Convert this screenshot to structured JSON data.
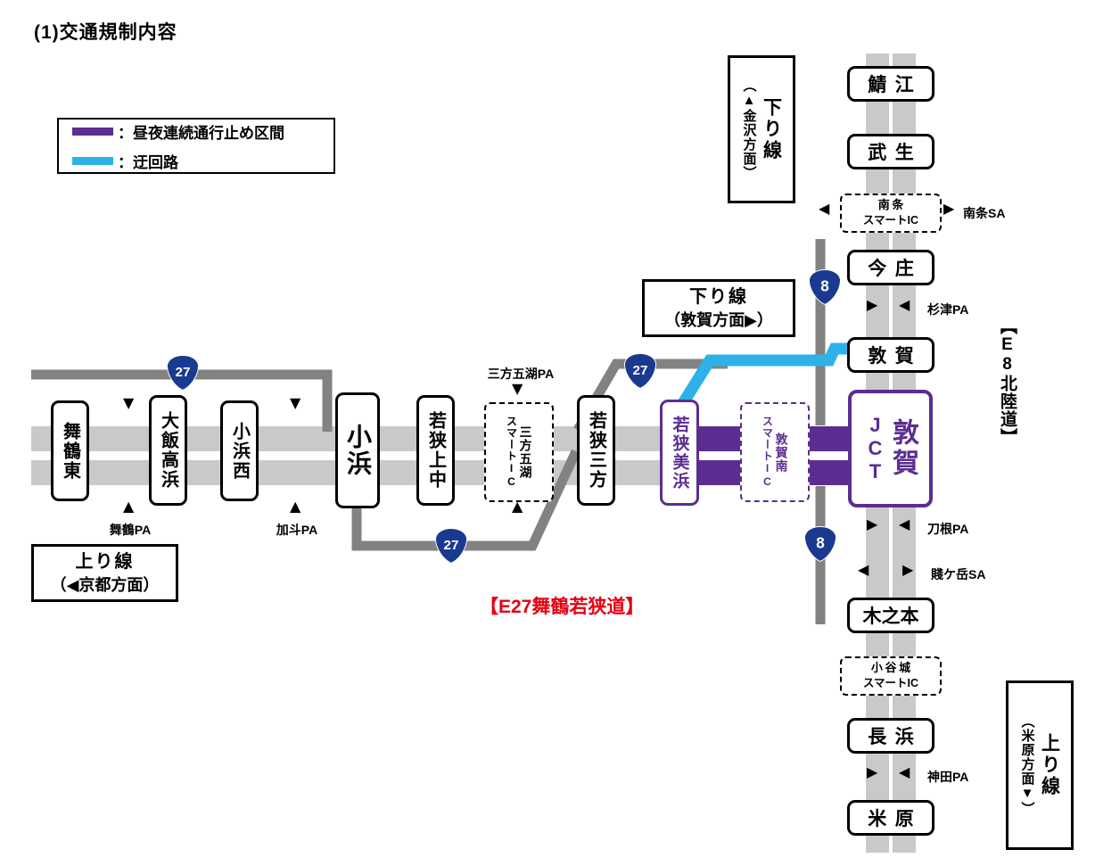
{
  "title": "(1)交通規制内容",
  "legend": {
    "closure_label": "：昼夜連続通行止め区間",
    "detour_label": "：迂回路"
  },
  "colors": {
    "closure": "#5b2d90",
    "detour": "#2eb0e8",
    "road_light": "#c9c9c9",
    "road_dark": "#828282",
    "shield_blue": "#1a3a8f",
    "route_red": "#e60012"
  },
  "shields": {
    "route27": "27",
    "route8": "8"
  },
  "icons": {
    "up": "▲",
    "down": "▼",
    "left": "◀",
    "right": "▶"
  },
  "e27": {
    "label": "【E27舞鶴若狭道】",
    "stations": {
      "maizuru_higashi": "舞鶴東",
      "oi_takahama": "大飯高浜",
      "obama_nishi": "小浜西",
      "obama": "小浜",
      "wakasa_kaminaka": "若狭上中",
      "mikatagoko_sic": {
        "line1": "三方五湖",
        "line2": "スマートIC"
      },
      "wakasa_mikata": "若狭三方",
      "wakasa_mihama": "若狭美浜",
      "tsuruga_minami_sic": {
        "line1": "敦賀南",
        "line2": "スマートIC"
      },
      "tsuruga_jct": {
        "line1": "敦賀",
        "line2": "JCT"
      }
    },
    "facilities": {
      "maizuru_pa": "舞鶴PA",
      "kato_pa": "加斗PA",
      "mikatagoko_pa": "三方五湖PA"
    }
  },
  "e8": {
    "label": "【E8北陸道】",
    "stations": {
      "sabae": "鯖江",
      "takefu": "武生",
      "nanjo_sic": {
        "line1": "南条",
        "line2": "スマートIC"
      },
      "imajo": "今庄",
      "tsuruga": "敦賀",
      "kinomoto": "木之本",
      "odanijo_sic": {
        "line1": "小谷城",
        "line2": "スマートIC"
      },
      "nagahama": "長浜",
      "maibara": "米原"
    },
    "facilities": {
      "nanjo_sa": "南条SA",
      "suizu_pa": "杉津PA",
      "tone_pa": "刀根PA",
      "shizugatake_sa": "賤ケ岳SA",
      "kanda_pa": "神田PA"
    }
  },
  "directions": {
    "kudari_kanazawa": {
      "line": "下り線",
      "dir": "（▲金沢方面）"
    },
    "kudari_tsuruga": {
      "line": "下り線",
      "dir": "（敦賀方面▶）"
    },
    "nobori_kyoto": {
      "line": "上り線",
      "dir": "（◀京都方面）"
    },
    "nobori_maibara": {
      "line": "上り線",
      "dir": "（米原方面▼）"
    }
  }
}
